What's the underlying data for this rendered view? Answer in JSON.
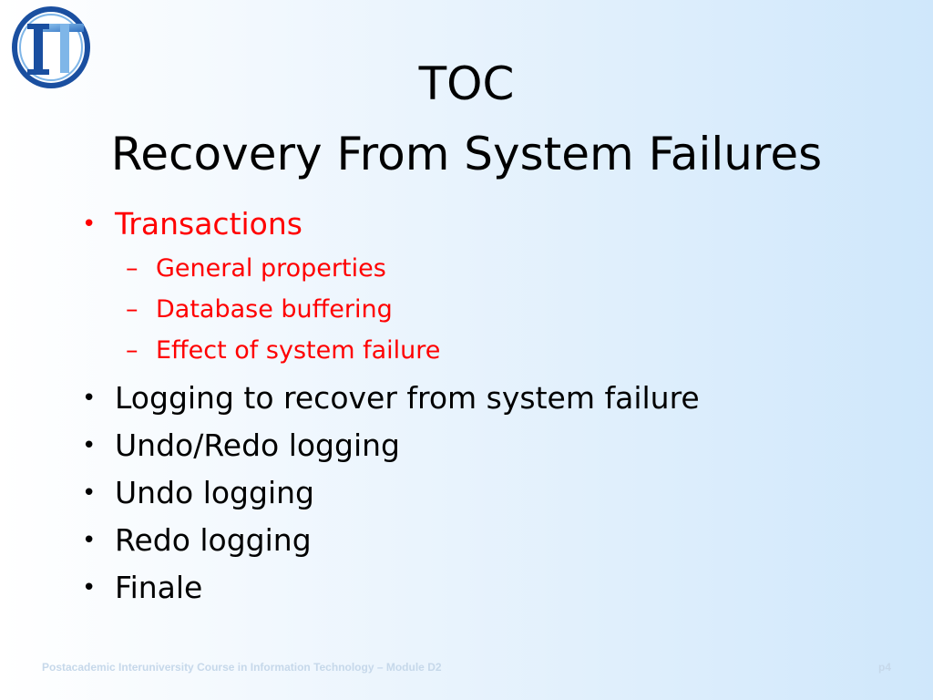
{
  "slide": {
    "title_line1": "TOC",
    "title_line2": "Recovery From System Failures",
    "bullets": [
      {
        "text": "Transactions",
        "sub": [
          {
            "text": "General properties"
          },
          {
            "text": "Database buffering"
          },
          {
            "text": "Effect of system failure"
          }
        ]
      },
      {
        "text": "Logging to recover from system failure"
      },
      {
        "text": "Undo/Redo logging"
      },
      {
        "text": "Undo logging"
      },
      {
        "text": "Redo logging"
      },
      {
        "text": "Finale"
      }
    ],
    "bullet_glyph": "•",
    "sub_glyph": "–",
    "footer_left": "Postacademic Interuniversity Course in Information Technology – Module D2",
    "footer_right": "p4"
  },
  "logo": {
    "icon": "it-logo-icon"
  },
  "colors": {
    "highlight": "#ff0000",
    "text": "#000000",
    "footer": "#c6d8ea",
    "logo_blue": "#1a4fa0"
  }
}
